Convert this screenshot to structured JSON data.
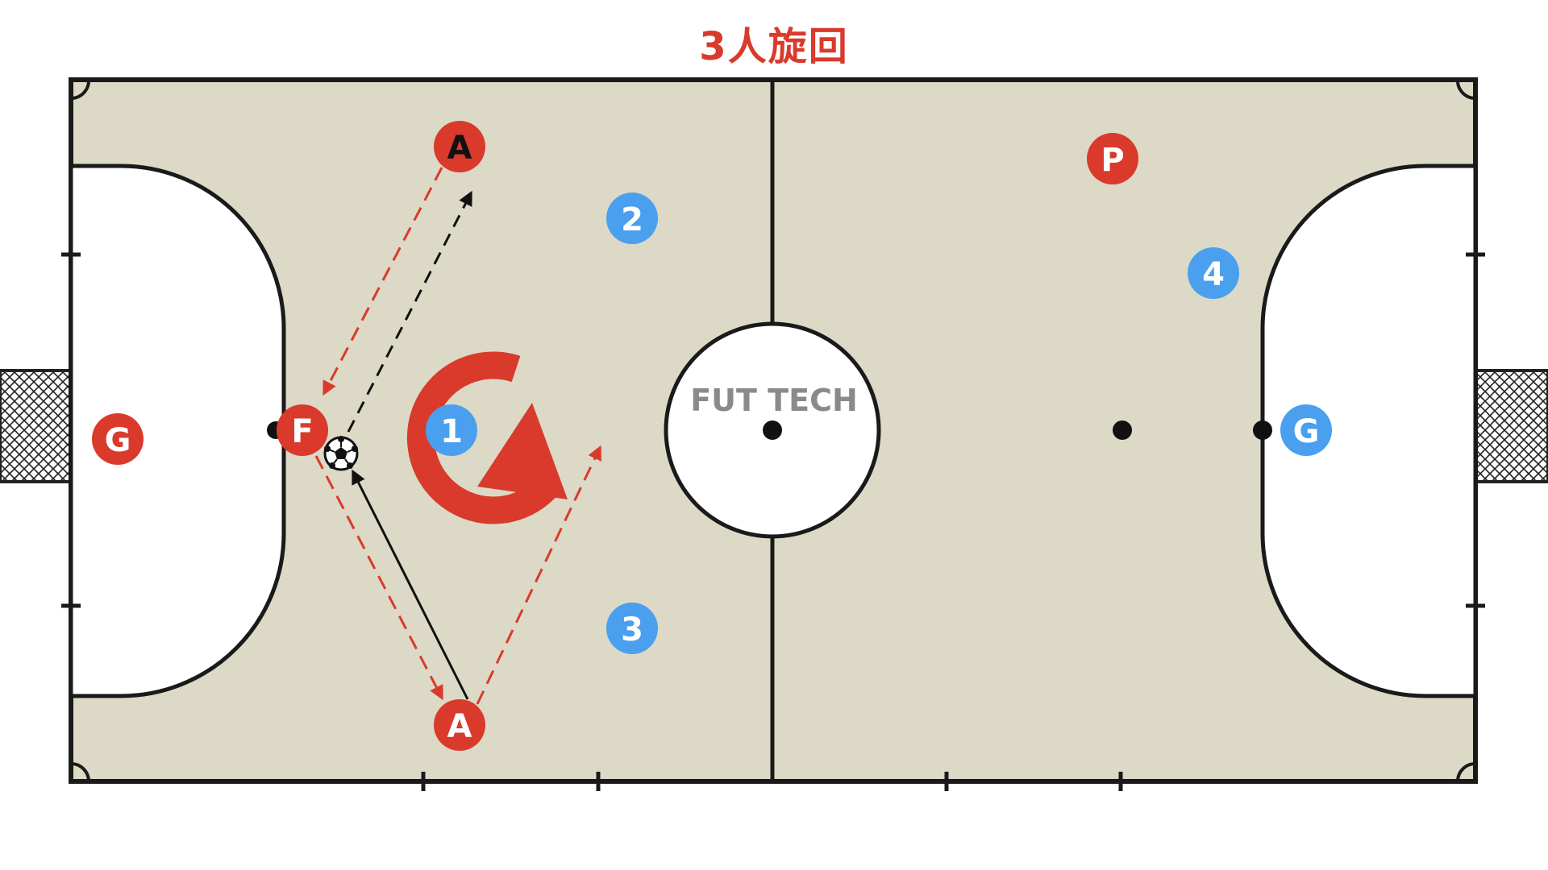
{
  "title": "3人旋回",
  "logo": "FUT TECH",
  "colors": {
    "court": "#dcd9c7",
    "line": "#1a1a1a",
    "red": "#d93a2b",
    "blue": "#4aa0ee"
  },
  "players": {
    "left_keeper": {
      "label": "G",
      "team": "red"
    },
    "fixo": {
      "label": "F",
      "team": "red"
    },
    "ala_top": {
      "label": "A",
      "team": "red"
    },
    "ala_bottom": {
      "label": "A",
      "team": "red"
    },
    "pivo": {
      "label": "P",
      "team": "red"
    },
    "defender_1": {
      "label": "1",
      "team": "blue"
    },
    "defender_2": {
      "label": "2",
      "team": "blue"
    },
    "defender_3": {
      "label": "3",
      "team": "blue"
    },
    "defender_4": {
      "label": "4",
      "team": "blue"
    },
    "right_keeper": {
      "label": "G",
      "team": "blue"
    }
  },
  "icons": {
    "ball": "soccer-ball-icon",
    "rotation": "rotation-arrow-icon"
  }
}
